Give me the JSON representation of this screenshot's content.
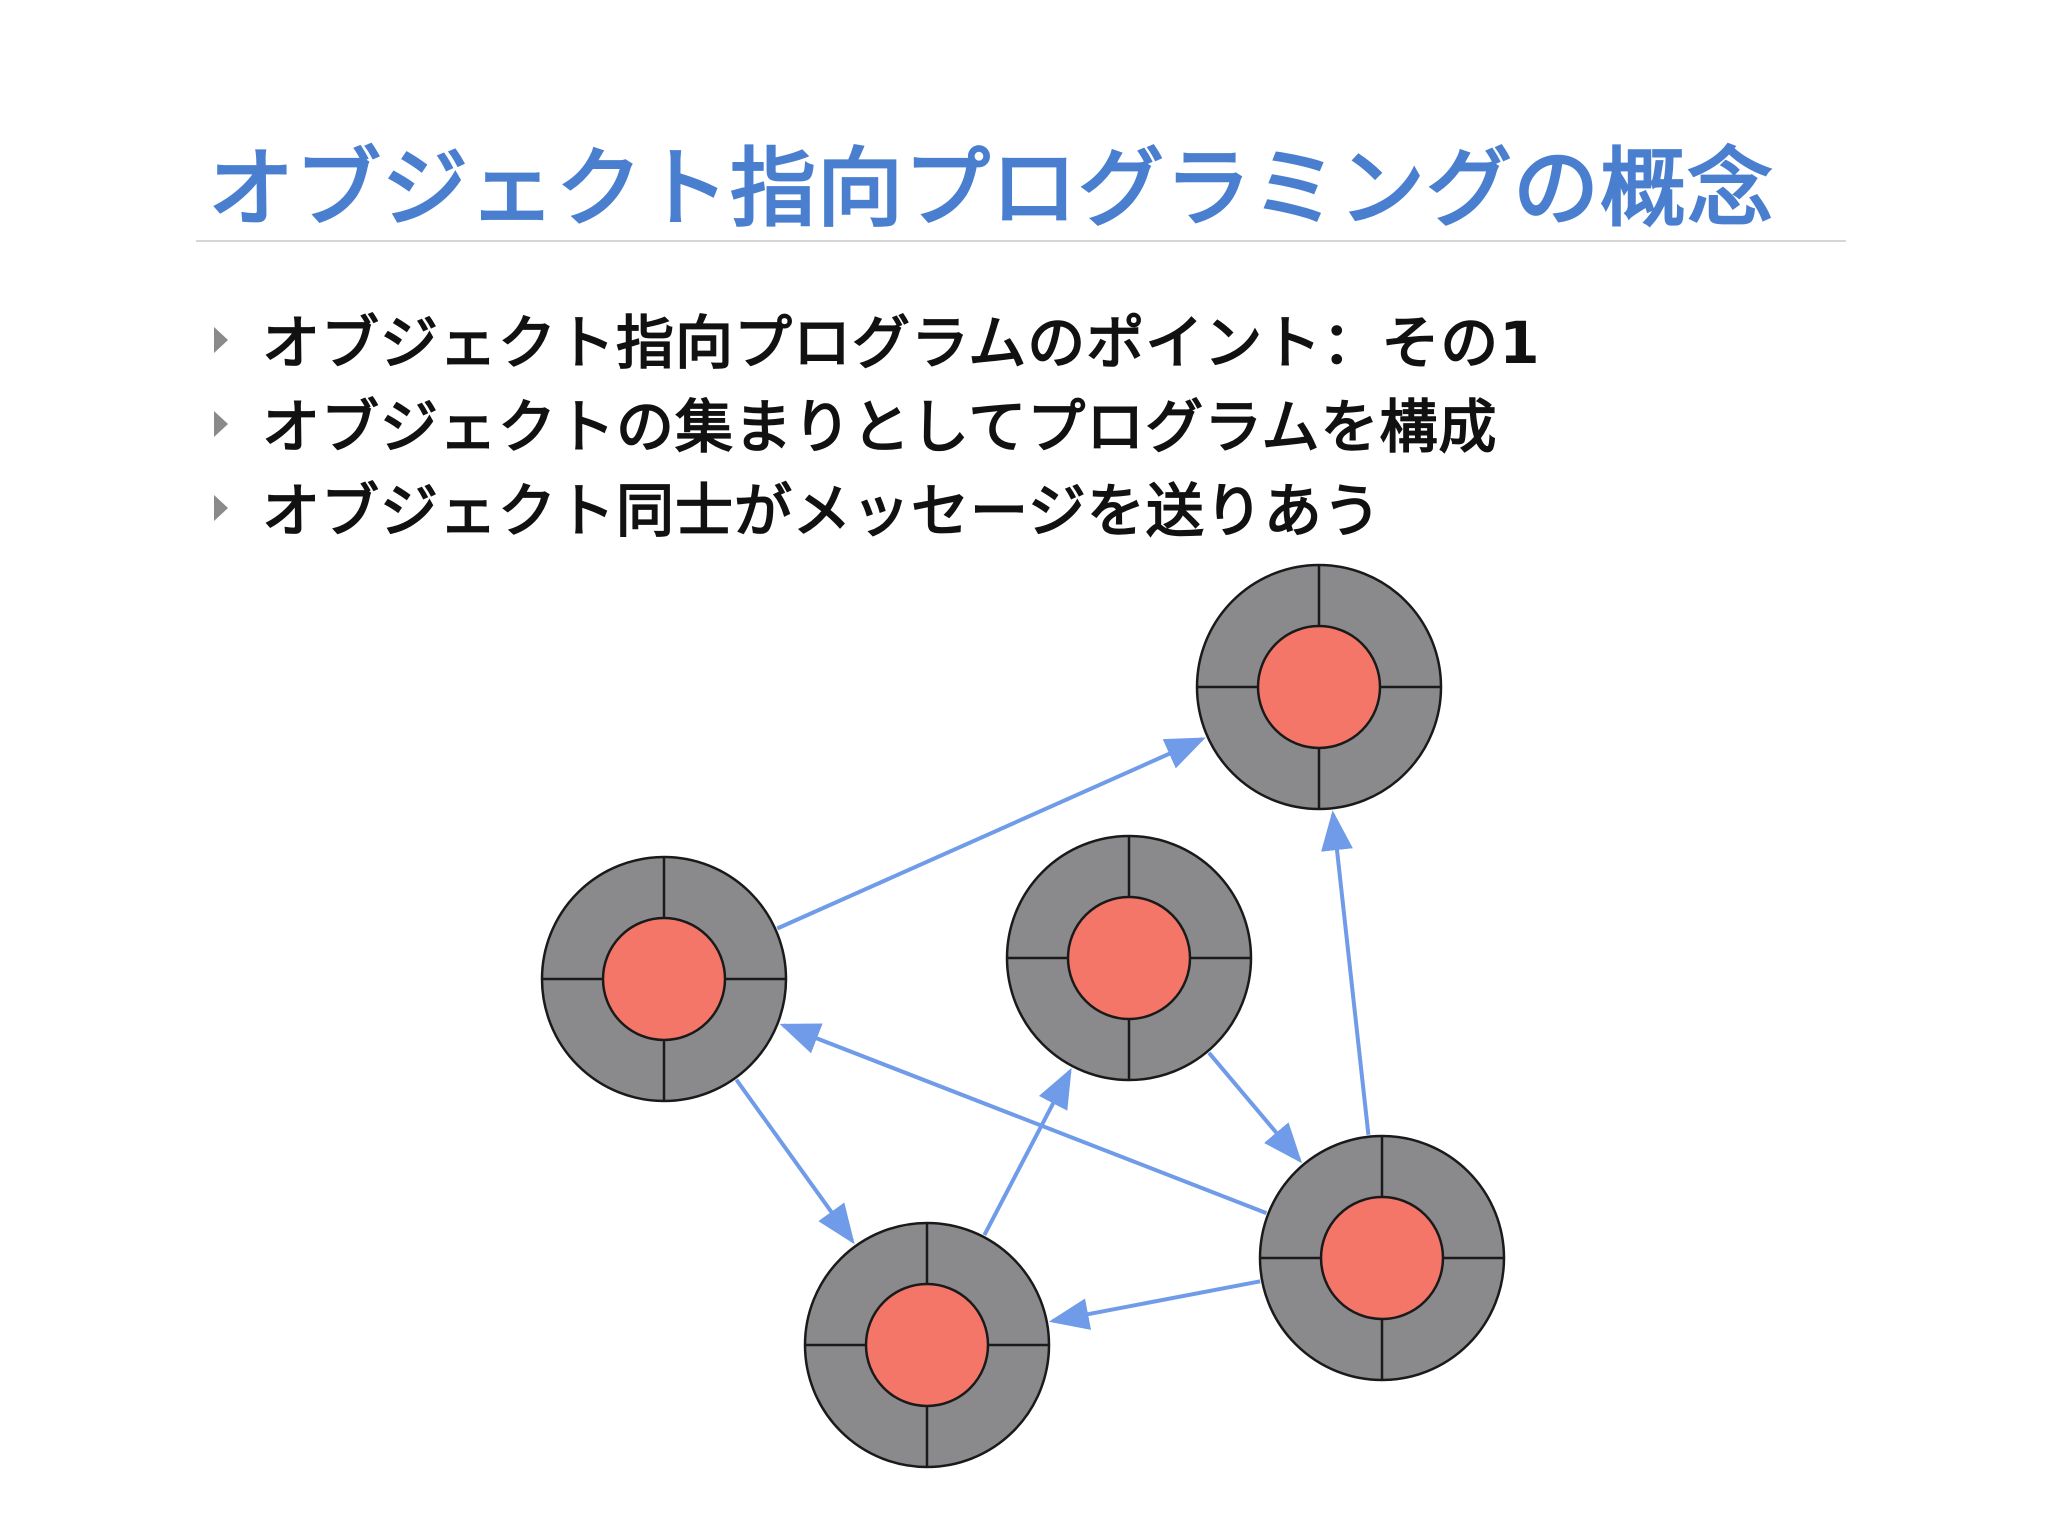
{
  "slide": {
    "title": "オブジェクト指向プログラミングの概念",
    "bullets": [
      "オブジェクト指向プログラムのポイント：その1",
      "オブジェクトの集まりとしてプログラムを構成",
      "オブジェクト同士がメッセージを送りあう"
    ]
  },
  "diagram": {
    "node_outer_color": "#8a8a8c",
    "node_inner_color": "#f47669",
    "arrow_color": "#6f9be8",
    "nodes": [
      "top-right",
      "left",
      "center",
      "bottom-left",
      "bottom-right"
    ],
    "messages": [
      {
        "from": "left",
        "to": "top-right"
      },
      {
        "from": "bottom-right",
        "to": "top-right"
      },
      {
        "from": "bottom-right",
        "to": "left"
      },
      {
        "from": "left",
        "to": "bottom-left"
      },
      {
        "from": "bottom-left",
        "to": "center"
      },
      {
        "from": "center",
        "to": "bottom-right"
      },
      {
        "from": "bottom-right",
        "to": "bottom-left"
      }
    ]
  }
}
